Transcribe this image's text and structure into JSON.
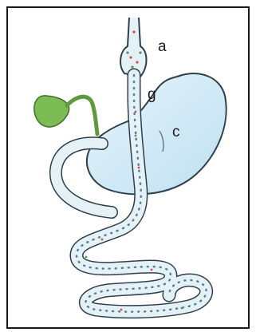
{
  "labels": {
    "a": "a",
    "g": "g",
    "c": "c"
  },
  "colors": {
    "frame": "#1a1a1a",
    "stomach_fill": "#cfe8f5",
    "outline": "#2f3f4a",
    "gallbladder": "#6cae4a",
    "bowel_fill": "#e4f1f6"
  }
}
